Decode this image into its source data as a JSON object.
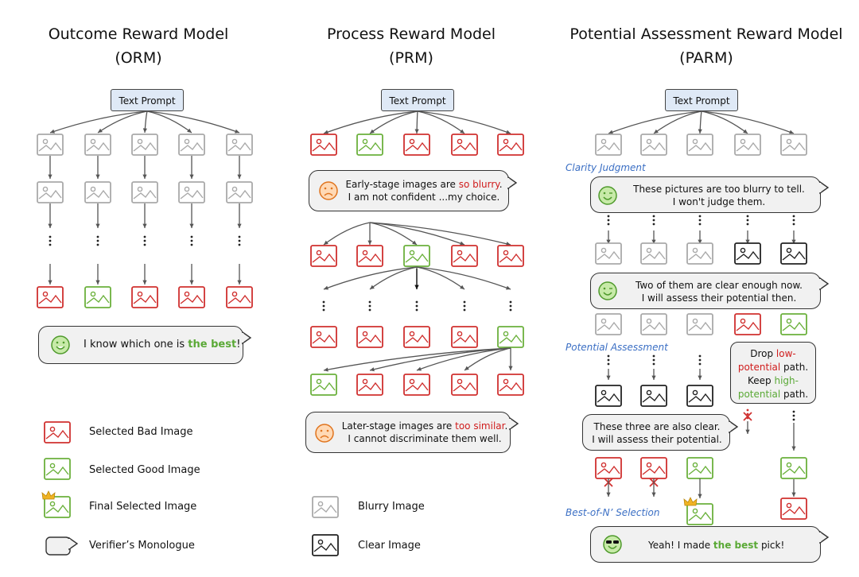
{
  "colors": {
    "bad": "#d0302f",
    "good": "#6bb13c",
    "blurry": "#a9a9a9",
    "clear": "#222222",
    "prompt_bg": "#dfe9f6",
    "stage_label": "#3b6fc4"
  },
  "orm": {
    "title_line1": "Outcome Reward Model",
    "title_line2": "(ORM)",
    "prompt": "Text Prompt",
    "bubble": {
      "pre": "I know which one is ",
      "hl": "the best",
      "post": "!"
    }
  },
  "prm": {
    "title_line1": "Process Reward Model",
    "title_line2": "(PRM)",
    "prompt": "Text Prompt",
    "bubble1": {
      "l1_pre": "Early-stage images  are ",
      "l1_hl": "so blurry",
      "l1_post": ".",
      "l2": "I am not confident ...my choice."
    },
    "bubble2": {
      "l1_pre": "Later-stage images are ",
      "l1_hl": "too similar",
      "l1_post": ".",
      "l2": "I cannot discriminate them well."
    }
  },
  "parm": {
    "title_line1": "Potential Assessment Reward Model",
    "title_line2": "(PARM)",
    "prompt": "Text Prompt",
    "label_clarity": "Clarity Judgment",
    "label_potential": "Potential Assessment",
    "label_bon": "Best-of-N’ Selection",
    "bubble1": {
      "l1": "These pictures are too blurry to tell.",
      "l2": "I won't judge them."
    },
    "bubble2": {
      "l1": "Two of them are clear enough now.",
      "l2": "I will assess their potential then."
    },
    "bubble3": {
      "l1": "These three are also clear.",
      "l2": "I will assess their potential."
    },
    "note": {
      "l1_pre": "Drop ",
      "l1_hl": "low-",
      "l2_hl": "potential",
      "l2_post": " path.",
      "l3_pre": "Keep ",
      "l3_hl": "high-",
      "l4_hl": "potential",
      "l4_post": " path."
    },
    "bubble4": {
      "pre": "Yeah! I made ",
      "hl": "the best",
      "post": " pick!"
    }
  },
  "legend": {
    "bad": "Selected Bad Image",
    "good": "Selected Good Image",
    "final": "Final Selected Image",
    "monologue": "Verifier’s Monologue",
    "blurry": "Blurry Image",
    "clear": "Clear Image"
  }
}
